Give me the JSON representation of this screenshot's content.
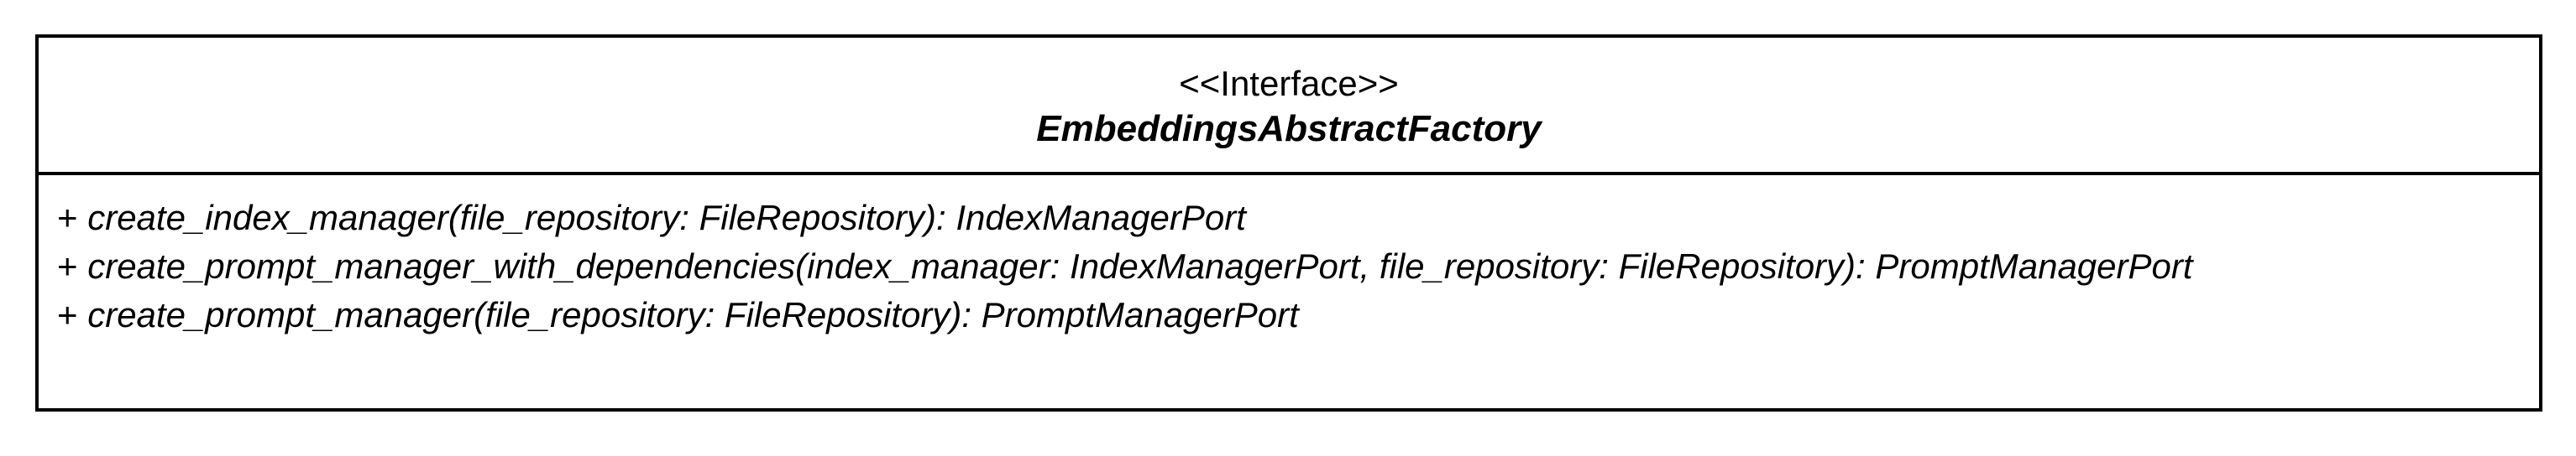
{
  "uml_class": {
    "stereotype": "<<Interface>>",
    "name": "EmbeddingsAbstractFactory",
    "operations": [
      {
        "visibility": "+",
        "signature": "create_index_manager(file_repository: FileRepository): IndexManagerPort"
      },
      {
        "visibility": "+",
        "signature": "create_prompt_manager_with_dependencies(index_manager: IndexManagerPort, file_repository: FileRepository): PromptManagerPort"
      },
      {
        "visibility": "+",
        "signature": "create_prompt_manager(file_repository: FileRepository): PromptManagerPort"
      }
    ]
  }
}
